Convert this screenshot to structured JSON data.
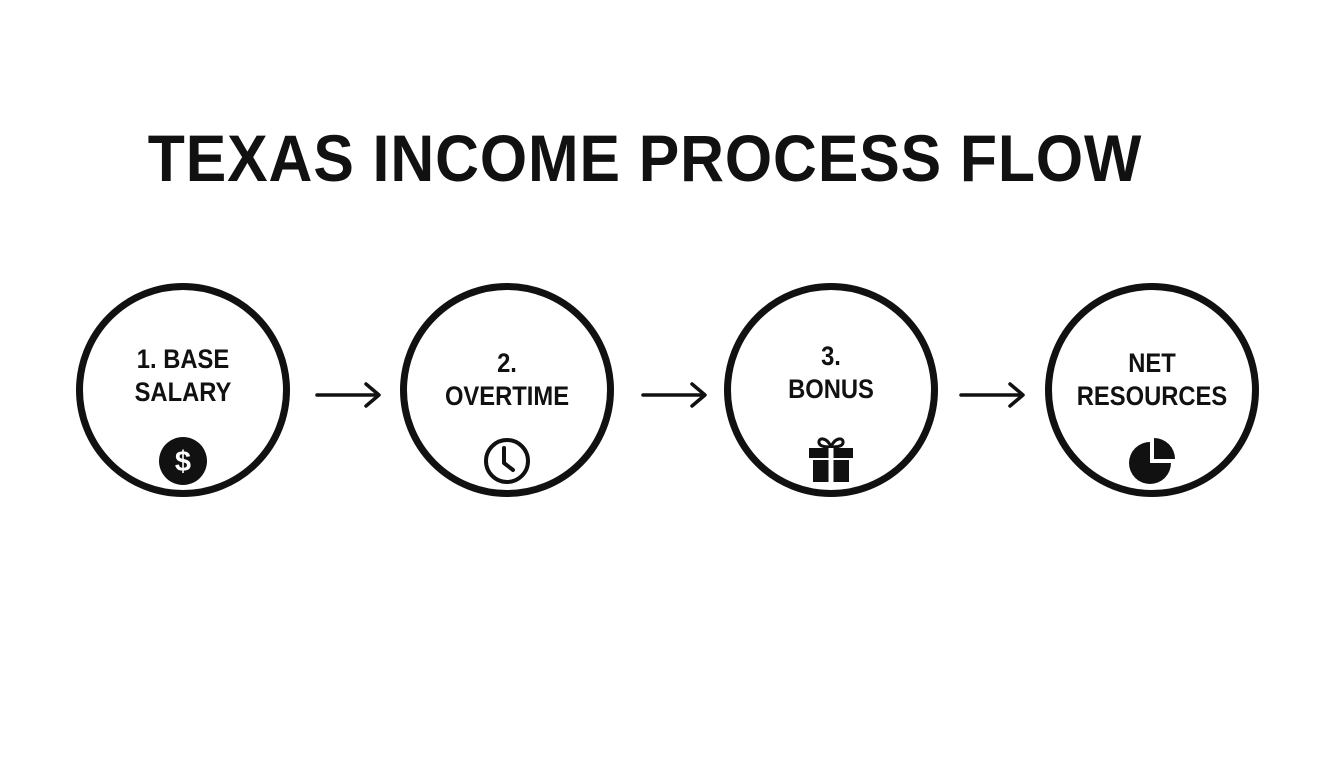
{
  "title": "TEXAS INCOME PROCESS FLOW",
  "steps": [
    {
      "line1": "1. BASE",
      "line2": "SALARY",
      "icon": "dollar-coin-icon"
    },
    {
      "line1": "2.",
      "line2": "OVERTIME",
      "icon": "clock-icon"
    },
    {
      "line1": "3.",
      "line2": "BONUS",
      "icon": "gift-icon"
    },
    {
      "line1": "NET",
      "line2": "RESOURCES",
      "icon": "pie-chart-icon"
    }
  ],
  "colors": {
    "ink": "#111111",
    "background": "#ffffff"
  }
}
